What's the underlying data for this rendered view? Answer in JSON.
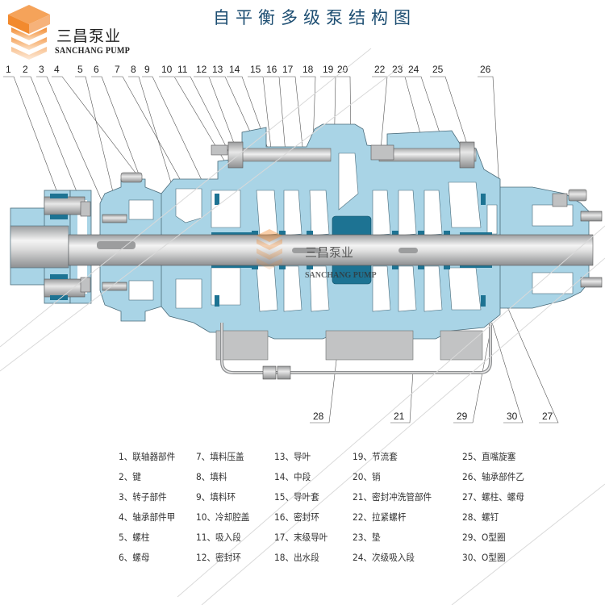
{
  "brand": {
    "name_cn": "三昌泵业",
    "name_en": "SANCHANG PUMP",
    "watermark_cn": "三昌泵业",
    "watermark_en": "SANCHANG PUMP",
    "accent_color": "#f28a2e"
  },
  "title": "自平衡多级泵结构图",
  "colors": {
    "casing": "#a9d4e6",
    "casing_dark": "#7fb7cf",
    "seal": "#1d7393",
    "shaft": "#c9cbcc",
    "bolt": "#b8b9ba",
    "outline": "#4a6b7a",
    "title": "#1d4e72"
  },
  "callouts_top": [
    "1",
    "2",
    "3",
    "4",
    "5",
    "6",
    "7",
    "8",
    "9",
    "10",
    "11",
    "12",
    "13",
    "14",
    "15",
    "16",
    "17",
    "18",
    "19",
    "20",
    "22",
    "23",
    "24",
    "25",
    "26"
  ],
  "callouts_bottom": [
    "28",
    "21",
    "29",
    "30",
    "27"
  ],
  "legend": {
    "columns": [
      [
        {
          "num": "1",
          "name": "联轴器部件"
        },
        {
          "num": "2",
          "name": "键"
        },
        {
          "num": "3",
          "name": "转子部件"
        },
        {
          "num": "4",
          "name": "轴承部件甲"
        },
        {
          "num": "5",
          "name": "螺柱"
        },
        {
          "num": "6",
          "name": "螺母"
        }
      ],
      [
        {
          "num": "7",
          "name": "填料压盖"
        },
        {
          "num": "8",
          "name": "填料"
        },
        {
          "num": "9",
          "name": "填料环"
        },
        {
          "num": "10",
          "name": "冷却腔盖"
        },
        {
          "num": "11",
          "name": "吸入段"
        },
        {
          "num": "12",
          "name": "密封环"
        }
      ],
      [
        {
          "num": "13",
          "name": "导叶"
        },
        {
          "num": "14",
          "name": "中段"
        },
        {
          "num": "15",
          "name": "导叶套"
        },
        {
          "num": "16",
          "name": "密封环"
        },
        {
          "num": "17",
          "name": "末级导叶"
        },
        {
          "num": "18",
          "name": "出水段"
        }
      ],
      [
        {
          "num": "19",
          "name": "节流套"
        },
        {
          "num": "20",
          "name": "销"
        },
        {
          "num": "21",
          "name": "密封冲洗管部件"
        },
        {
          "num": "22",
          "name": "拉紧螺杆"
        },
        {
          "num": "23",
          "name": "垫"
        },
        {
          "num": "24",
          "name": "次级吸入段"
        }
      ],
      [
        {
          "num": "25",
          "name": "直嘴旋塞"
        },
        {
          "num": "26",
          "name": "轴承部件乙"
        },
        {
          "num": "27",
          "name": "螺柱、螺母"
        },
        {
          "num": "28",
          "name": "螺钉"
        },
        {
          "num": "29",
          "name": "O型圈"
        },
        {
          "num": "30",
          "name": "O型圈"
        }
      ]
    ]
  }
}
